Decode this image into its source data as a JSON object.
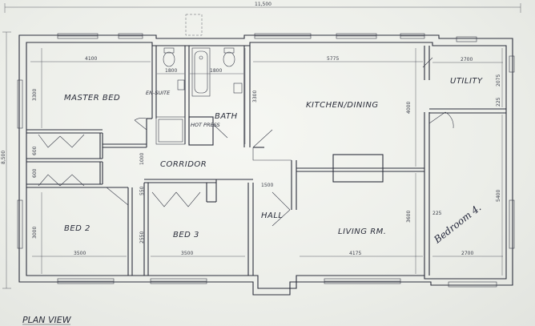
{
  "drawing": {
    "overall_width_dim": "11,500",
    "overall_depth_dim": "8,500",
    "view_title": "PLAN VIEW",
    "signature": "Bedroom 4."
  },
  "rooms": {
    "master_bed": "MASTER BED",
    "en_suite": "EN-SUITE",
    "bath": "BATH",
    "hot_press": "HOT PRESS",
    "kitchen_dining": "KITCHEN/DINING",
    "utility": "UTILITY",
    "corridor": "CORRIDOR",
    "hall": "HALL",
    "living_rm": "LIVING RM.",
    "bed_2": "BED 2",
    "bed_3": "BED 3"
  },
  "dimensions": {
    "master_width": "4100",
    "ensuite_width": "1800",
    "bath_width": "1800",
    "kitchen_width": "5775",
    "utility_width": "2700",
    "master_depth": "3300",
    "bath_depth": "3300",
    "kitchen_depth": "4000",
    "utility_depth": "2075",
    "utility_step": "225",
    "wardrobe_a": "600",
    "wardrobe_b": "600",
    "corridor_depth": "1000",
    "hall_width": "1500",
    "bed3_wardrobe": "550",
    "bed2_depth": "3000",
    "bed3_depth": "2550",
    "living_depth": "3600",
    "living_step": "225",
    "bedroom4_depth": "5400",
    "bed2_width": "3500",
    "bed3_width": "3500",
    "living_width": "4175",
    "bedroom4_width": "2700"
  }
}
